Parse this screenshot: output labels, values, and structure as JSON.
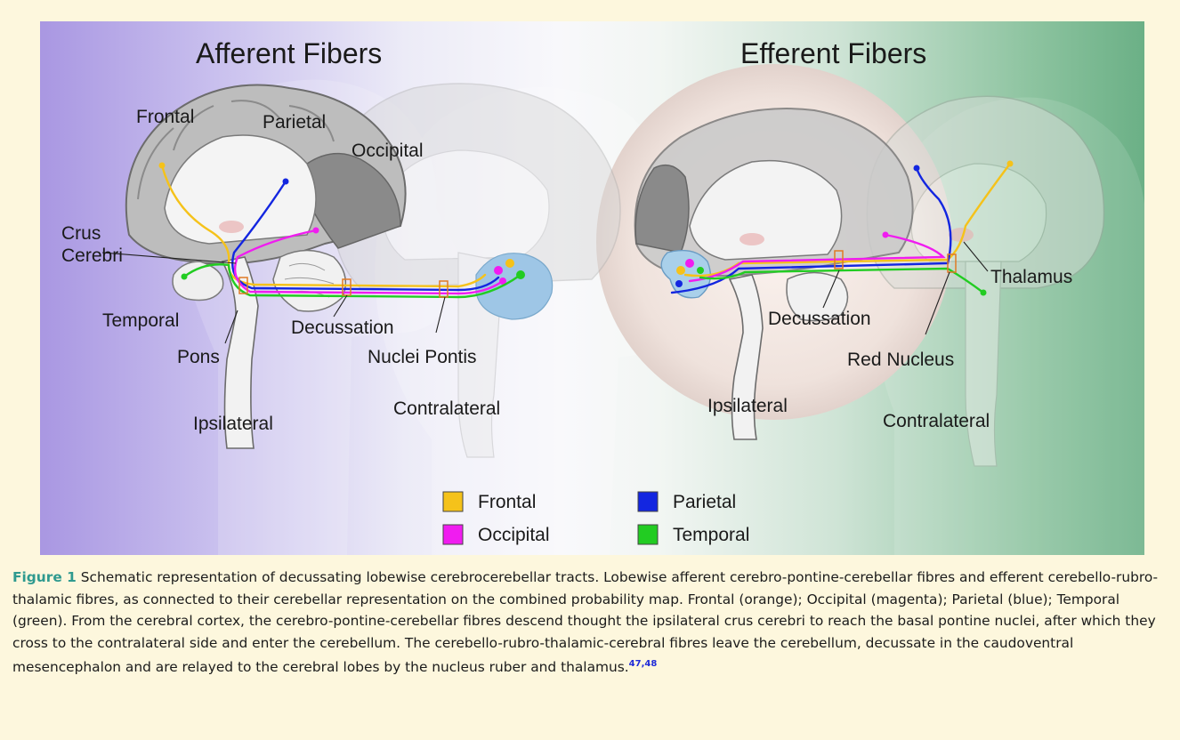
{
  "figure": {
    "panels": {
      "afferent": {
        "title": "Afferent Fibers",
        "labels": {
          "frontal": "Frontal",
          "parietal": "Parietal",
          "occipital": "Occipital",
          "crus_line1": "Crus",
          "crus_line2": "Cerebri",
          "temporal": "Temporal",
          "pons": "Pons",
          "decussation": "Decussation",
          "nuclei_pontis": "Nuclei Pontis",
          "ipsilateral": "Ipsilateral",
          "contralateral": "Contralateral"
        }
      },
      "efferent": {
        "title": "Efferent Fibers",
        "labels": {
          "thalamus": "Thalamus",
          "decussation": "Decussation",
          "red_nucleus": "Red Nucleus",
          "ipsilateral": "Ipsilateral",
          "contralateral": "Contralateral"
        }
      }
    },
    "legend": [
      {
        "label": "Frontal",
        "color": "#f5c21a"
      },
      {
        "label": "Parietal",
        "color": "#1326e0"
      },
      {
        "label": "Occipital",
        "color": "#f01cf0"
      },
      {
        "label": "Temporal",
        "color": "#22cc22"
      }
    ],
    "colors": {
      "afferent_title": "#8f7fd8",
      "efferent_title": "#2a9968",
      "frontal": "#f5c21a",
      "parietal": "#1326e0",
      "occipital": "#f01cf0",
      "temporal": "#22cc22",
      "caption_label": "#2f9a8f",
      "citation": "#1f2bd8"
    }
  },
  "caption": {
    "label": "Figure 1",
    "text": "Schematic representation of decussating lobewise cerebrocerebellar tracts. Lobewise afferent cerebro-pontine-cerebellar fibres and efferent cerebello-rubro-thalamic fibres, as connected to their cerebellar representation on the combined probability map. Frontal (orange); Occipital (magenta); Parietal (blue); Temporal (green). From the cerebral cortex, the cerebro-pontine-cerebellar fibres descend thought the ipsilateral crus cerebri to reach the basal pontine nuclei, after which they cross to the contralateral side and enter the cerebellum. The cerebello-rubro-thalamic-cerebral fibres leave the cerebellum, decussate in the caudoventral mesencephalon and are relayed to the cerebral lobes by the nucleus ruber and thalamus.",
    "citations": "47,48"
  }
}
